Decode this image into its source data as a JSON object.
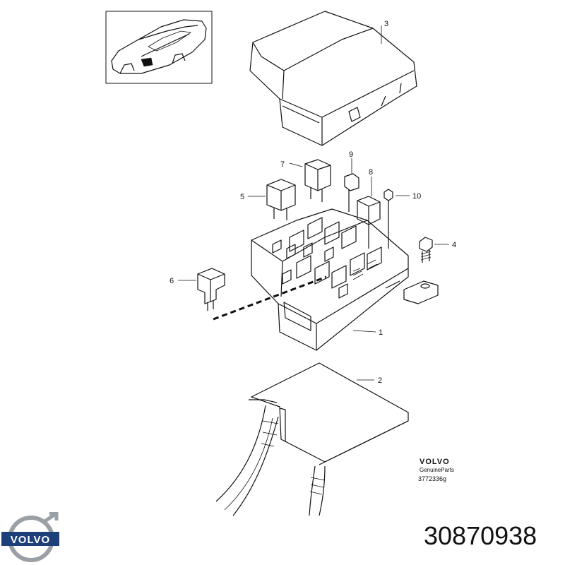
{
  "callouts": [
    "1",
    "2",
    "3",
    "4",
    "5",
    "6",
    "7",
    "8",
    "9",
    "10"
  ],
  "brand": {
    "name": "VOLVO",
    "genuine_parts": "GenuineParts",
    "reference": "3772336g"
  },
  "logo_text": "VOLVO",
  "part_number": "30870938",
  "colors": {
    "line": "#111111",
    "logo_blue": "#1d3f7a",
    "logo_silver": "#9aa0a6"
  }
}
